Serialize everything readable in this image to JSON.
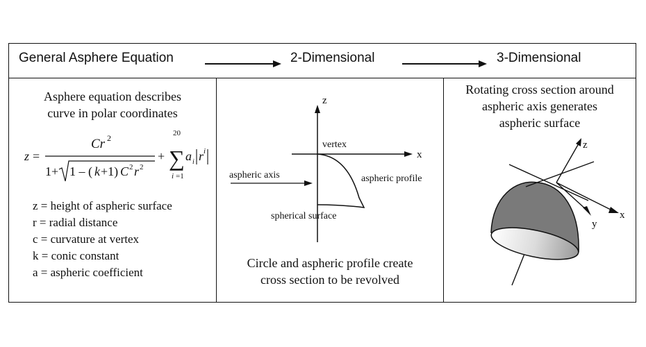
{
  "header": {
    "step1": "General Asphere Equation",
    "step2": "2-Dimensional",
    "step3": "3-Dimensional"
  },
  "panel1": {
    "intro_line1": "Asphere equation describes",
    "intro_line2": "curve in polar coordinates",
    "legend": [
      "z = height of aspheric surface",
      "r = radial distance",
      "c = curvature at vertex",
      "k = conic constant",
      "a = aspheric coefficient"
    ]
  },
  "panel2": {
    "axis_z": "z",
    "axis_x": "x",
    "vertex_label": "vertex",
    "aspheric_axis_label": "aspheric axis",
    "aspheric_profile_label": "aspheric profile",
    "spherical_surface_label": "spherical surface",
    "caption_line1": "Circle and aspheric profile create",
    "caption_line2": "cross section to be revolved"
  },
  "panel3": {
    "caption_line1": "Rotating cross section around",
    "caption_line2": "aspheric axis generates",
    "caption_line3": "aspheric surface",
    "axis_z": "z",
    "axis_x": "x",
    "axis_y": "y"
  },
  "colors": {
    "surface_fill": "#7a7a7a",
    "line": "#111111"
  }
}
